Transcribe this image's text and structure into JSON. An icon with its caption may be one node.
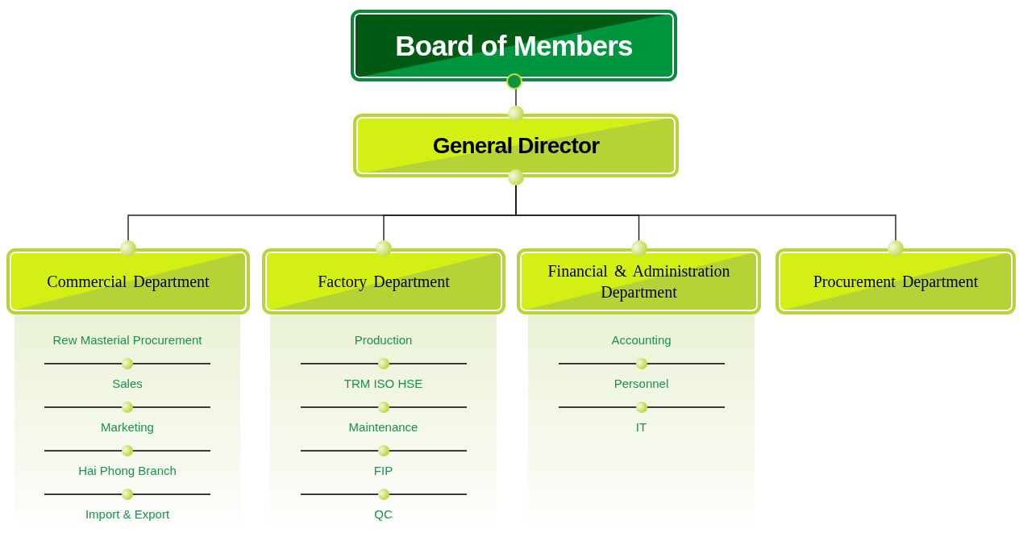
{
  "diagram": {
    "nodes": [
      {
        "text": [
          "Board of Members"
        ]
      },
      {
        "text": [
          "General Director"
        ]
      },
      {
        "text": [
          "Commercial Department"
        ]
      },
      {
        "text": [
          "Factory Department"
        ]
      },
      {
        "text": [
          "Financial & Administration Department"
        ]
      },
      {
        "text": [
          "Procurement Department"
        ]
      },
      {
        "text": [
          "Rew Masterial Procurement",
          "Sales",
          "Marketing",
          "Hai Phong Branch",
          "Import & Export"
        ]
      },
      {
        "text": [
          "Production",
          "TRM ISO HSE",
          "Maintenance",
          "FIP",
          "QC"
        ]
      },
      {
        "text": [
          "Accounting",
          "Personnel",
          "IT"
        ]
      }
    ],
    "edges": [
      {
        "from": 0,
        "to": 1,
        "arrow": "none"
      },
      {
        "from": 1,
        "to": 2,
        "arrow": "none"
      },
      {
        "from": 1,
        "to": 3,
        "arrow": "none"
      },
      {
        "from": 1,
        "to": 4,
        "arrow": "none"
      },
      {
        "from": 1,
        "to": 5,
        "arrow": "none"
      }
    ]
  }
}
